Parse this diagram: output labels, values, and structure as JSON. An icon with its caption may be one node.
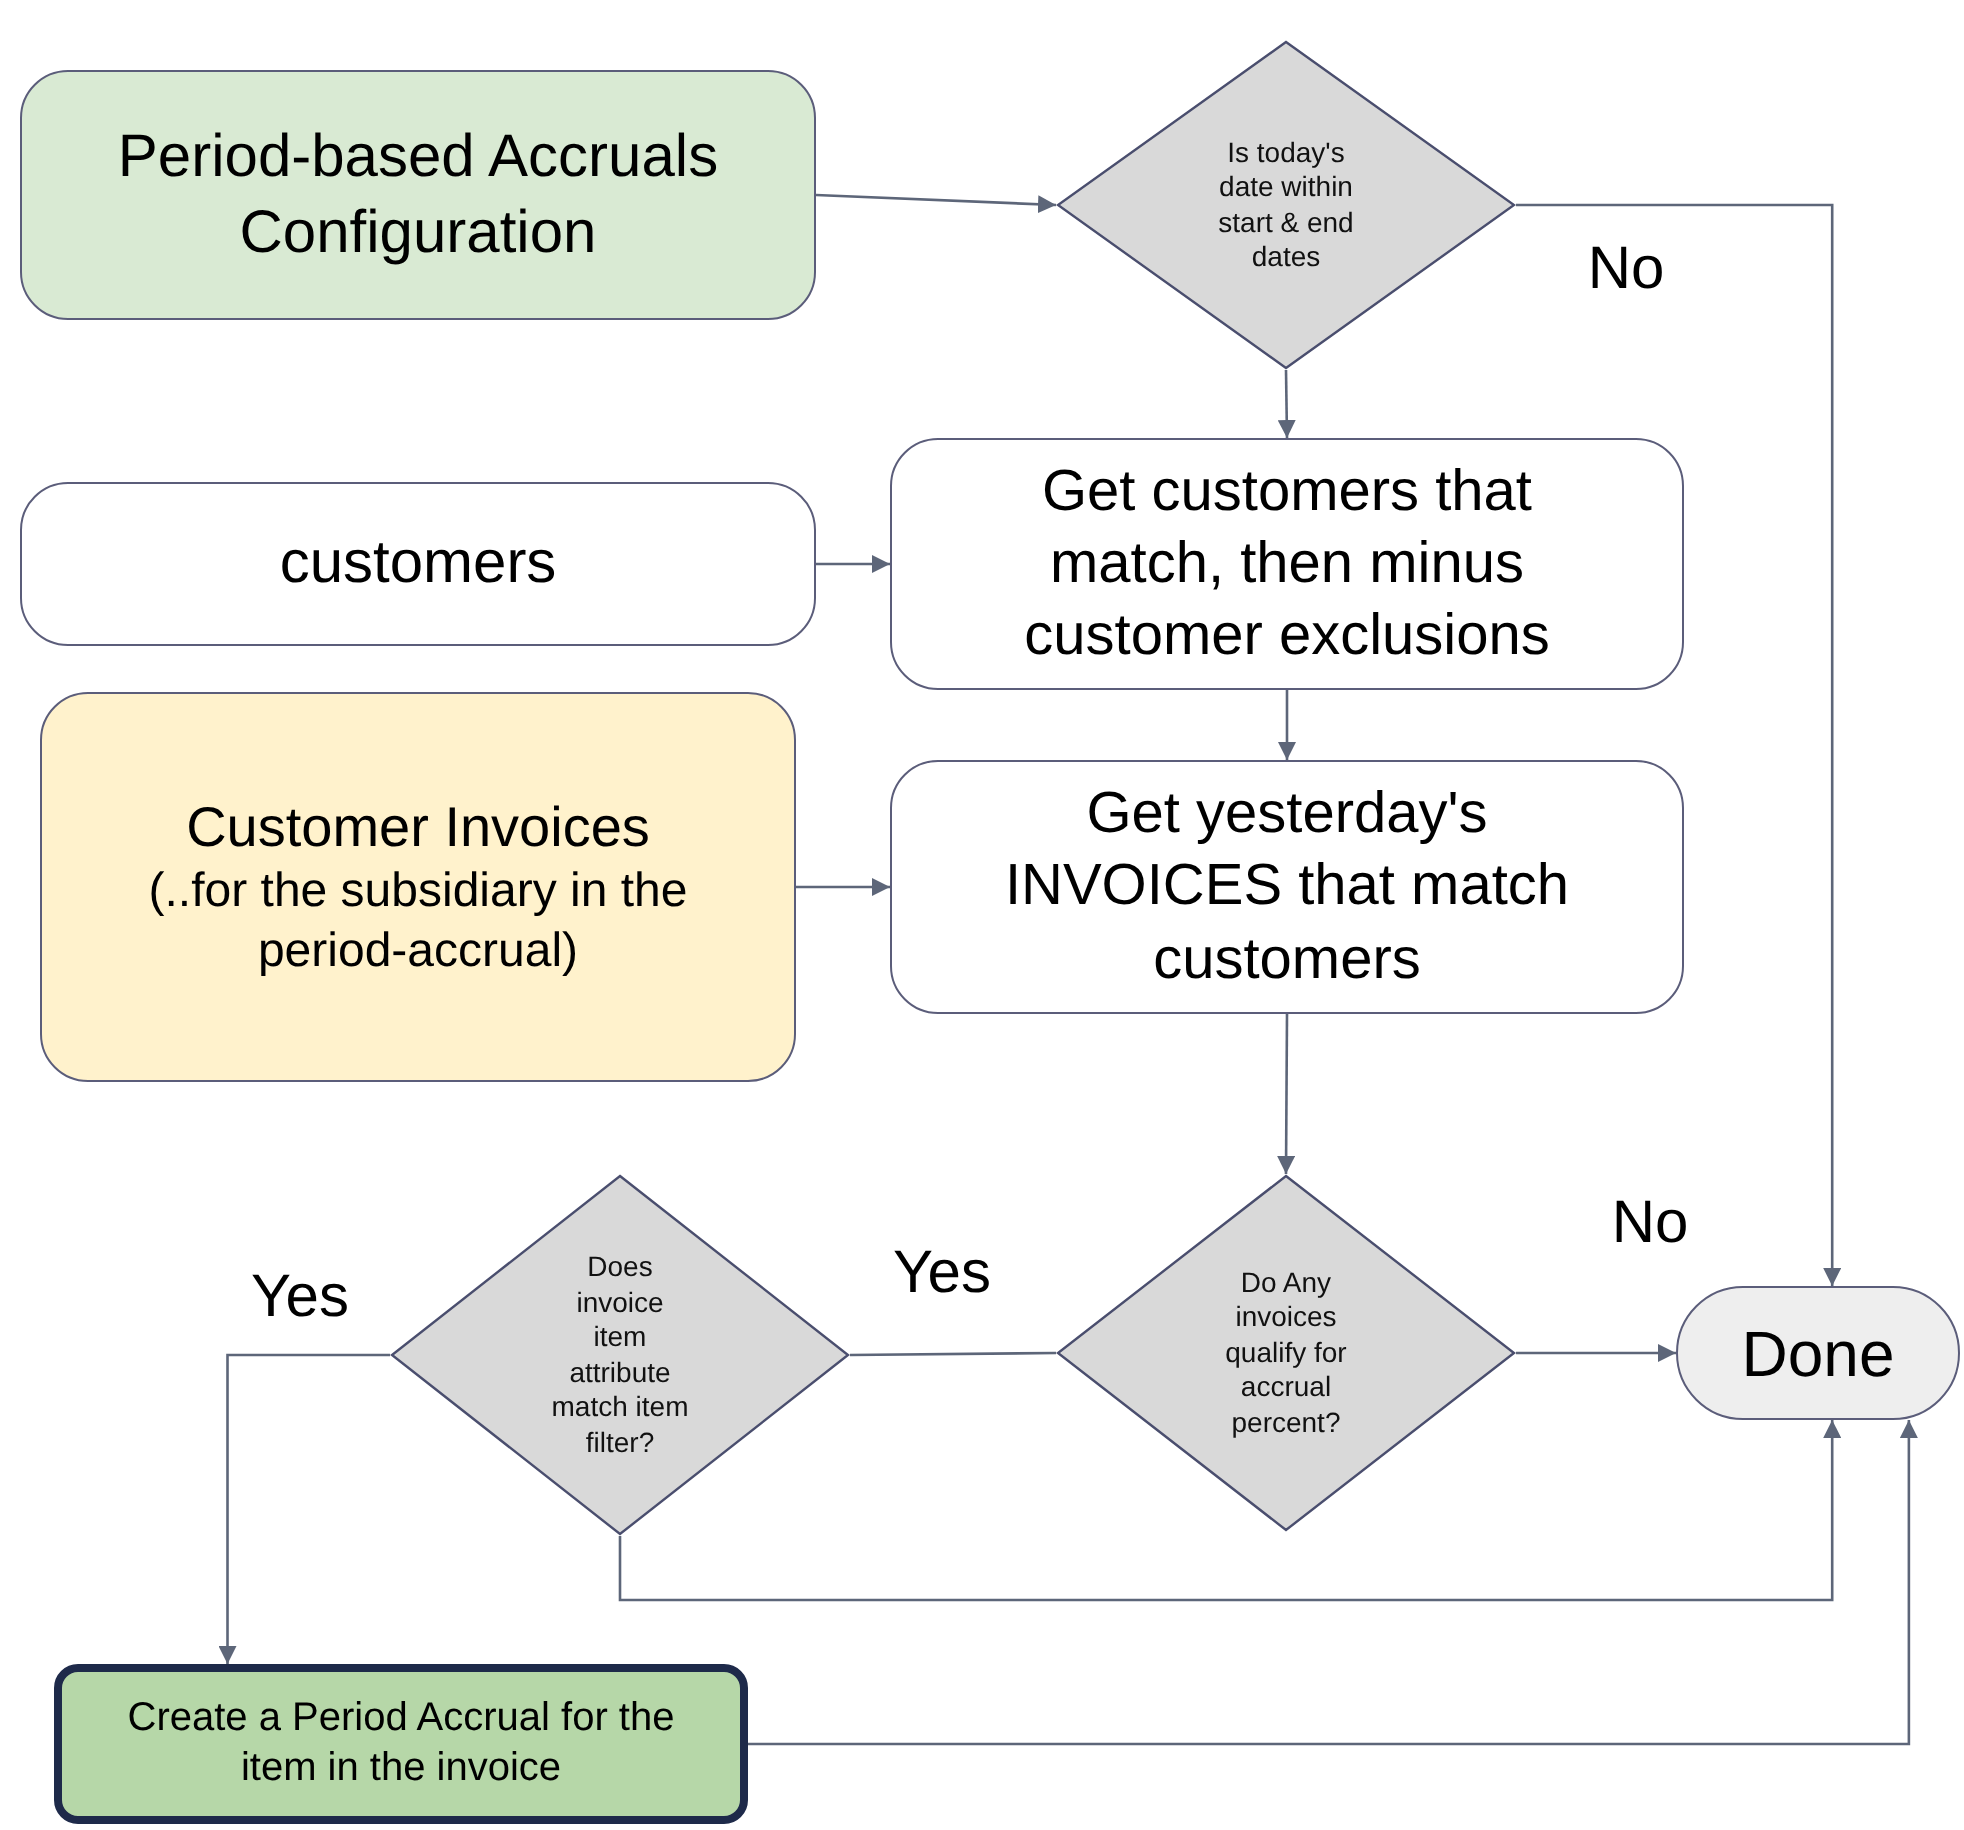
{
  "diagram": {
    "nodes": [
      {
        "text": [
          "Period-based Accruals Configuration"
        ]
      },
      {
        "text": [
          "Is today's date within start & end dates"
        ]
      },
      {
        "text": [
          "customers"
        ]
      },
      {
        "text": [
          "Get customers that match, then minus customer exclusions"
        ]
      },
      {
        "text": [
          "Customer Invoices",
          "(..for the subsidiary in the period-accrual)"
        ]
      },
      {
        "text": [
          "Get yesterday's INVOICES that match customers"
        ]
      },
      {
        "text": [
          "Does invoice item attribute match item filter?"
        ]
      },
      {
        "text": [
          "Do Any invoices qualify for accrual percent?"
        ]
      },
      {
        "text": [
          "Done"
        ]
      },
      {
        "text": [
          "Create a Period Accrual for the item in the invoice"
        ]
      }
    ],
    "edges": [
      {
        "from": 0,
        "to": 1,
        "arrow": "to"
      },
      {
        "from": 1,
        "to": 8,
        "arrow": "to",
        "label": "No"
      },
      {
        "from": 1,
        "to": 3,
        "arrow": "to"
      },
      {
        "from": 2,
        "to": 3,
        "arrow": "to"
      },
      {
        "from": 3,
        "to": 5,
        "arrow": "to"
      },
      {
        "from": 4,
        "to": 5,
        "arrow": "to"
      },
      {
        "from": 5,
        "to": 7,
        "arrow": "to"
      },
      {
        "from": 7,
        "to": 8,
        "arrow": "to",
        "label": "No"
      },
      {
        "from": 7,
        "to": 6,
        "arrow": "none",
        "label": "Yes"
      },
      {
        "from": 6,
        "to": 9,
        "arrow": "to",
        "label": "Yes"
      },
      {
        "from": 6,
        "to": 8,
        "arrow": "to"
      },
      {
        "from": 9,
        "to": 8,
        "arrow": "to"
      }
    ]
  }
}
